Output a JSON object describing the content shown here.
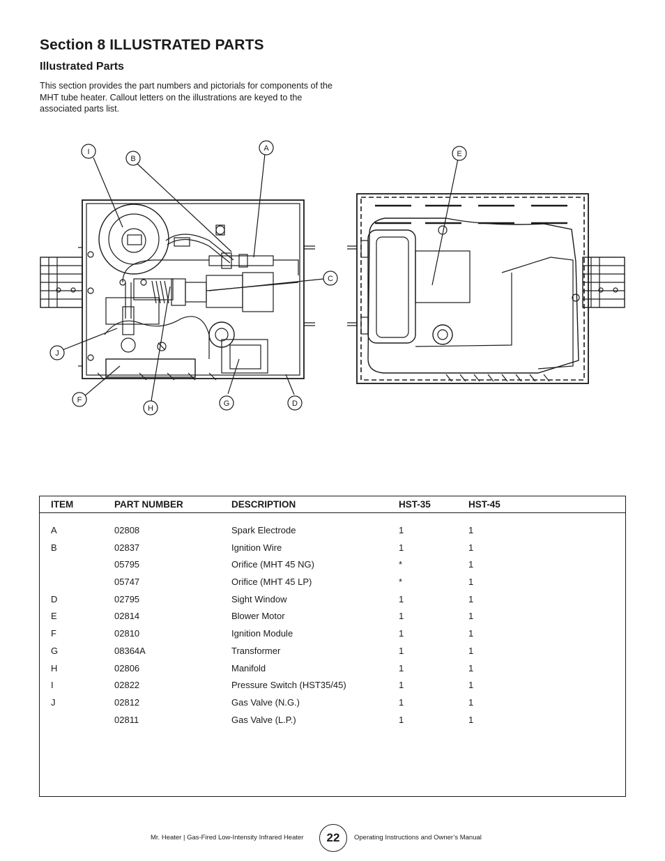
{
  "section_title": "Section 8 ILLUSTRATED PARTS",
  "subsection_title": "Illustrated Parts",
  "intro_text": "This section provides the part numbers and pictorials for components of the MHT tube heater. Callout letters on the illustrations are keyed to the associated parts list.",
  "callouts": [
    "A",
    "B",
    "C",
    "D",
    "E",
    "F",
    "G",
    "H",
    "I",
    "J"
  ],
  "table": {
    "headers": {
      "item": "ITEM",
      "part_number": "PART NUMBER",
      "description": "DESCRIPTION",
      "hst35": "HST-35",
      "hst45": "HST-45"
    },
    "rows": [
      {
        "item": "A",
        "part": "02808",
        "desc": "Spark Electrode",
        "hst35": "1",
        "hst45": "1"
      },
      {
        "item": "B",
        "part": "02837",
        "desc": "Ignition Wire",
        "hst35": "1",
        "hst45": "1"
      },
      {
        "item": "",
        "part": "05795",
        "desc": "Orifice (MHT 45 NG)",
        "hst35": "*",
        "hst45": "1"
      },
      {
        "item": "",
        "part": "05747",
        "desc": "Orifice (MHT 45 LP)",
        "hst35": "*",
        "hst45": "1"
      },
      {
        "item": "D",
        "part": "02795",
        "desc": "Sight Window",
        "hst35": "1",
        "hst45": "1"
      },
      {
        "item": "E",
        "part": "02814",
        "desc": "Blower Motor",
        "hst35": "1",
        "hst45": "1"
      },
      {
        "item": "F",
        "part": "02810",
        "desc": "Ignition Module",
        "hst35": "1",
        "hst45": "1"
      },
      {
        "item": "G",
        "part": "08364A",
        "desc": "Transformer",
        "hst35": "1",
        "hst45": "1"
      },
      {
        "item": "H",
        "part": "02806",
        "desc": "Manifold",
        "hst35": "1",
        "hst45": "1"
      },
      {
        "item": "I",
        "part": "02822",
        "desc": "Pressure Switch (HST35/45)",
        "hst35": "1",
        "hst45": "1"
      },
      {
        "item": "J",
        "part": "02812",
        "desc": "Gas Valve (N.G.)",
        "hst35": "1",
        "hst45": "1"
      },
      {
        "item": "",
        "part": "02811",
        "desc": "Gas Valve (L.P.)",
        "hst35": "1",
        "hst45": "1"
      }
    ]
  },
  "footer": {
    "left": "Mr. Heater | Gas-Fired Low-Intensity Infrared Heater",
    "page_number": "22",
    "right": "Operating Instructions and Owner’s Manual"
  }
}
